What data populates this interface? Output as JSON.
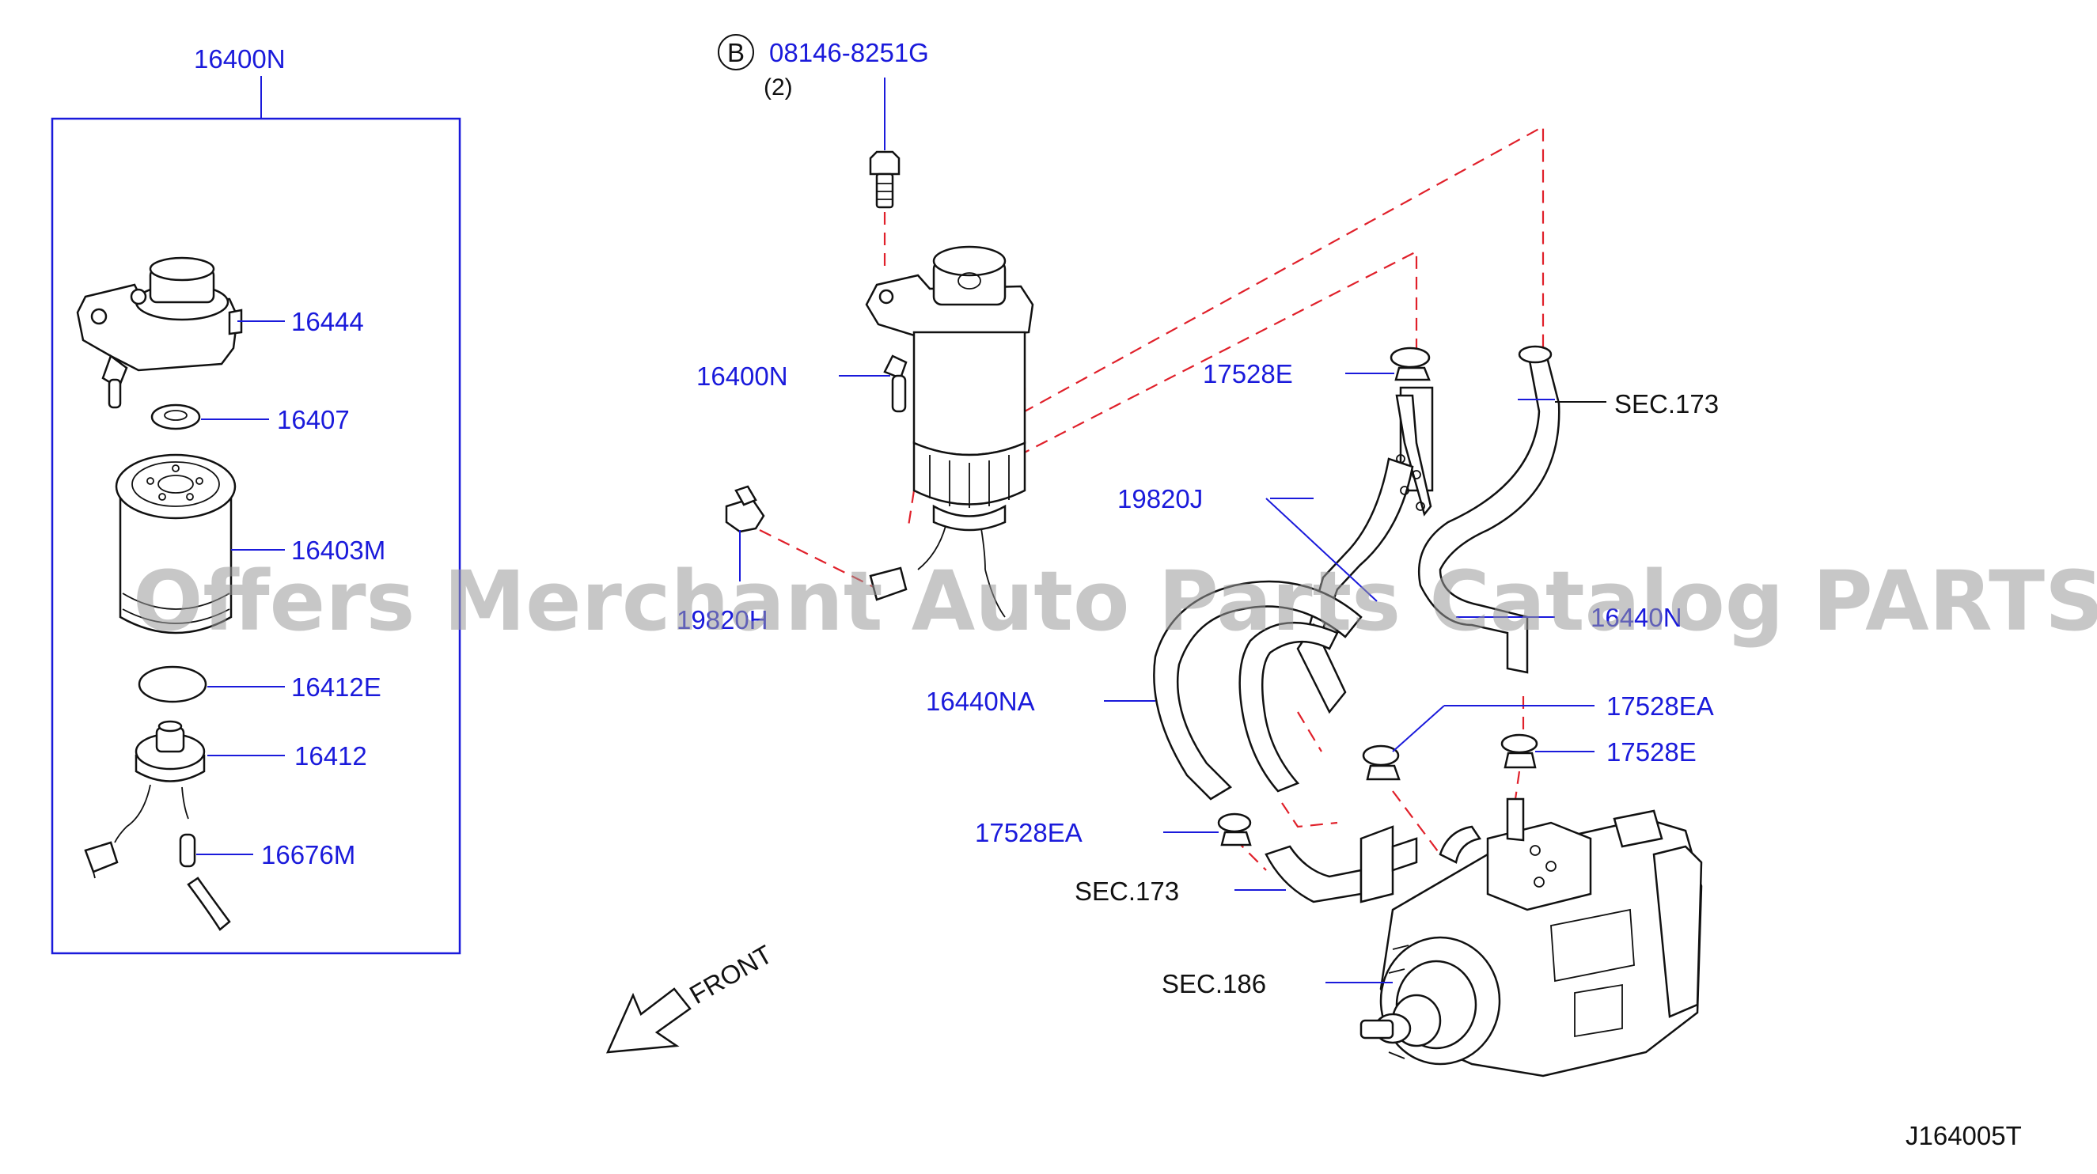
{
  "diagram": {
    "bolt_code_letter": "B",
    "bolt_part_number": "08146-8251G",
    "bolt_quantity": "(2)",
    "labels": {
      "assembly_group": "16400N",
      "bracket_head": "16444",
      "seal_ring": "16407",
      "filter_element": "16403M",
      "o_ring": "16412E",
      "sensor_switch": "16412",
      "drain_hose": "16676M",
      "assembly_main": "16400N",
      "connector_clip": "19820H",
      "clamp_top": "17528E",
      "harness_clip": "19820J",
      "hose_right": "16440N",
      "hose_left": "16440NA",
      "clamp_a_right": "17528EA",
      "clamp_right": "17528E",
      "clamp_a_left": "17528EA"
    },
    "section_refs": {
      "sec_173_top": "SEC.173",
      "sec_173_bottom": "SEC.173",
      "sec_186": "SEC.186"
    },
    "front_arrow_label": "FRONT",
    "drawing_id": "J164005T",
    "watermark": "Offers Merchant Auto Parts Catalog PARTSTORE.SA"
  }
}
